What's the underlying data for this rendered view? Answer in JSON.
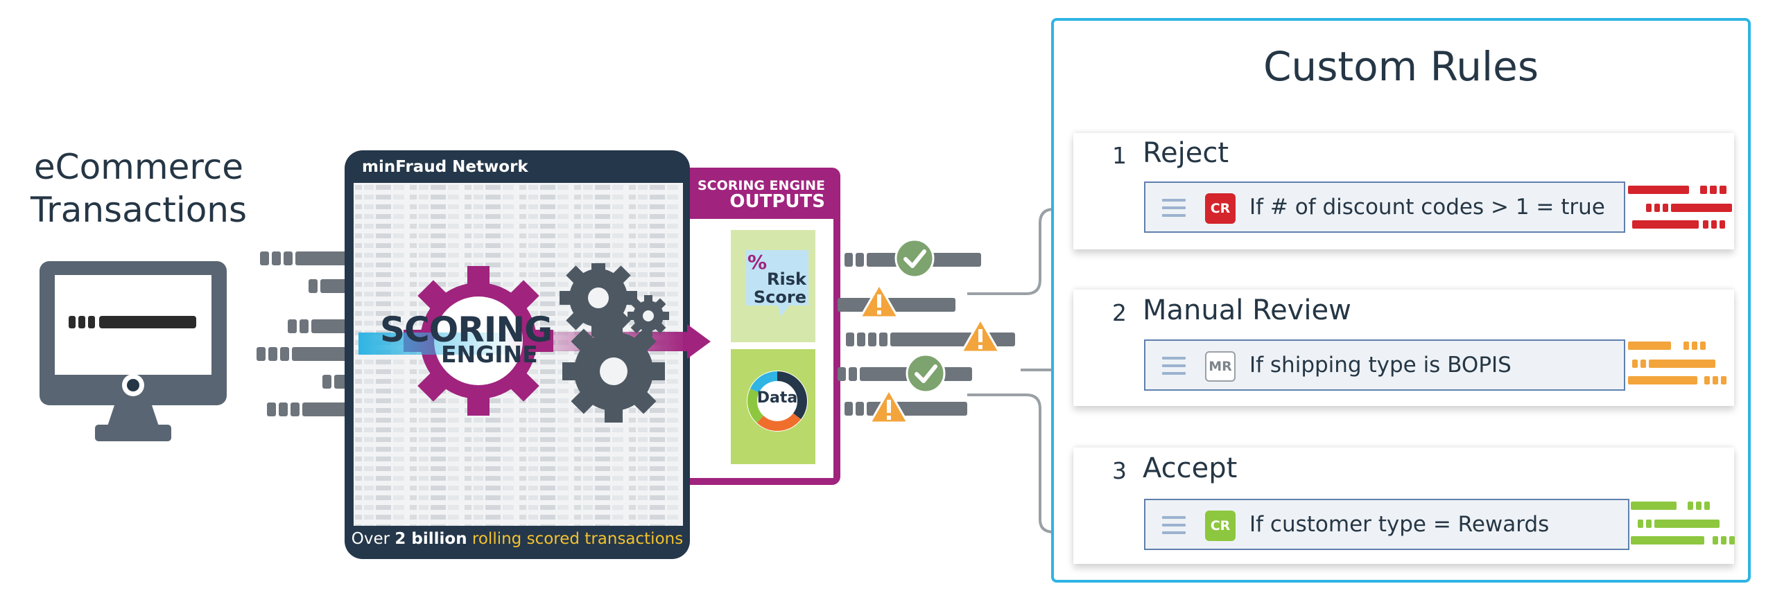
{
  "left": {
    "title_line1": "eCommerce",
    "title_line2": "Transactions"
  },
  "network": {
    "title": "minFraud Network",
    "engine_word1": "SCORING",
    "engine_word2": "ENGINE",
    "footer_prefix": "Over ",
    "footer_bold": "2 billion",
    "footer_highlight": " rolling scored transactions"
  },
  "outputs": {
    "title_line1": "SCORING ENGINE",
    "title_line2": "OUTPUTS",
    "risk_symbol": "%",
    "risk_line1": "Risk",
    "risk_line2": "Score",
    "data_label": "Data"
  },
  "rules": {
    "title": "Custom Rules",
    "items": [
      {
        "number": "1",
        "name": "Reject",
        "badge": "CR",
        "text": "If # of discount codes > 1 = true",
        "color": "#d4242c"
      },
      {
        "number": "2",
        "name": "Manual Review",
        "badge": "MR",
        "text": "If shipping type is BOPIS",
        "color": "#f3a43b"
      },
      {
        "number": "3",
        "name": "Accept",
        "badge": "CR",
        "text": "If customer type = Rewards",
        "color": "#8dc73f"
      }
    ]
  },
  "colors": {
    "navy": "#25374a",
    "magenta": "#a0237e",
    "cyan": "#2fb4e3",
    "gray": "#616b73",
    "check_green": "#7da36e",
    "warning_orange": "#f3a43b"
  }
}
